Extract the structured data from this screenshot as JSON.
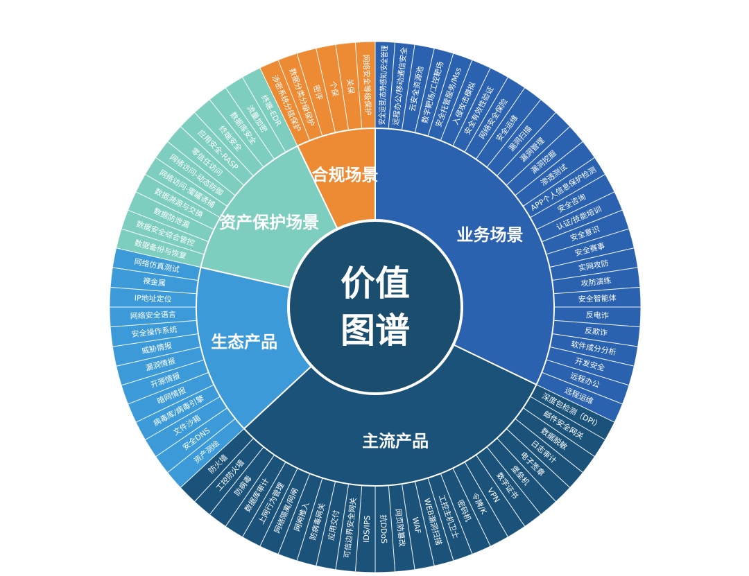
{
  "center": {
    "line1": "价值",
    "line2": "图谱"
  },
  "chart_data": {
    "type": "sunburst",
    "categories": [
      {
        "name": "业务场景",
        "color": "#2a62b0",
        "items": [
          "安全运营/态势感知/安全管理",
          "远程办公/移动通信安全",
          "云安全资源池",
          "数字靶场/工控靶场",
          "安全托管服务/Mss",
          "入侵攻击模拟",
          "安全有效性验证",
          "网络安全保险",
          "安全运维",
          "漏洞扫描",
          "漏洞管理",
          "漏洞挖掘",
          "渗透测试",
          "APP个人信息保护检测",
          "安全咨询",
          "认证/技能培训",
          "安全意识",
          "安全赛事",
          "实网攻防",
          "攻防演练",
          "安全智能体",
          "反电诈",
          "反欺诈",
          "软件成分分析",
          "开发安全",
          "远程办公",
          "远程运维"
        ]
      },
      {
        "name": "主流产品",
        "color": "#1b5279",
        "items": [
          "深度包检测（DPI）",
          "邮件安全网关",
          "数据脱敏",
          "日志审计",
          "电子签章",
          "堡垒机",
          "数字证书",
          "VPN",
          "令牌/K",
          "密码机",
          "工控主机卫士",
          "WEB漏洞扫描",
          "WAF",
          "网页防篡改",
          "抗DDoS",
          "IDS/IPS",
          "可信边界安全网关",
          "应用交付",
          "防病毒网关",
          "网闸推入",
          "网络隔离/网闸",
          "上网行为管理",
          "数据库审计",
          "防病毒",
          "工控防火墙",
          "防火墙"
        ]
      },
      {
        "name": "生态产品",
        "color": "#3c9ad8",
        "items": [
          "资产测绘",
          "安全DNS",
          "文件沙箱",
          "病毒库/病毒引擎",
          "暗网情报",
          "开源情报",
          "漏洞情报",
          "威胁情报",
          "安全操作系统",
          "网络安全语言",
          "IP地址定位",
          "裸金属",
          "网络仿真测试"
        ]
      },
      {
        "name": "资产保护场景",
        "color": "#7dcebf",
        "items": [
          "数据备份与恢复",
          "数据安全综合管控",
          "数据防泄漏",
          "数据溯源与交换",
          "网络访问-蜜罐诱捕",
          "网络访问-动态防御",
          "零信任访问",
          "应用安全-RASP",
          "终端安全",
          "数据库安全",
          "流量加密",
          "终端-EDR"
        ]
      },
      {
        "name": "合规场景",
        "color": "#ed8a34",
        "items": [
          "涉密系统分级保护",
          "数据分类分级保护",
          "密评",
          "个保",
          "关保",
          "网络安全等级保护"
        ]
      }
    ]
  }
}
